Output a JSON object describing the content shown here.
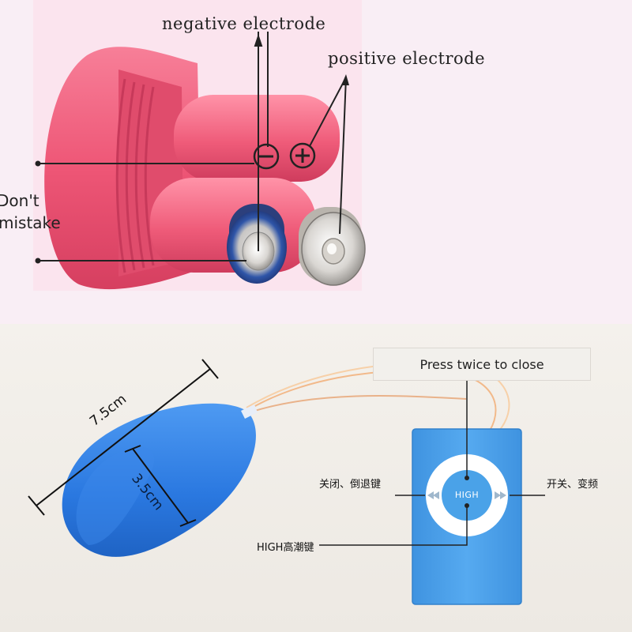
{
  "battery_panel": {
    "negative_label": "negative electrode",
    "positive_label": "positive electrode",
    "warning_line1": "Don't",
    "warning_line2": "mistake",
    "minus_symbol": "−",
    "plus_symbol": "+"
  },
  "device_panel": {
    "length_label": "7.5cm",
    "width_label": "3.5cm",
    "callout_label": "Press twice to close",
    "left_button_label": "关闭、倒退键",
    "right_button_label": "开关、变频",
    "center_button_label": "HIGH",
    "bottom_label": "HIGH高潮键"
  },
  "colors": {
    "page_background": "#f9eef5",
    "pink_body": "#ef5a78",
    "blue_body": "#2c7fe6",
    "remote_blue": "#4aa2e8",
    "wheel_white": "#ffffff"
  }
}
